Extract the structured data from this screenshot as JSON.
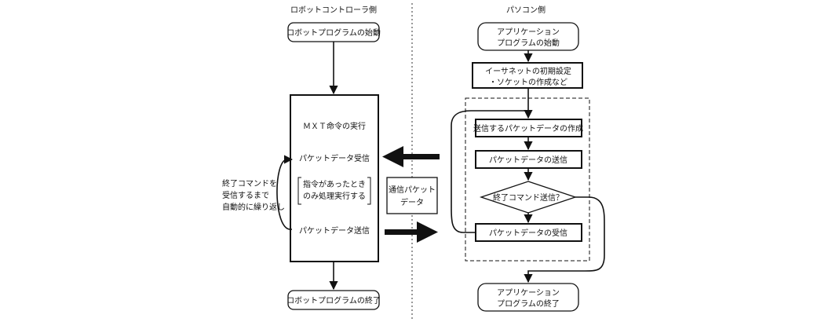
{
  "robot": {
    "heading": "ロボットコントローラ側",
    "start": "ロボットプログラムの始動",
    "mxt": "ＭＸＴ命令の実行",
    "receive": "パケットデータ受信",
    "process_line1": "指令があったとき",
    "process_line2": "のみ処理実行する",
    "send": "パケットデータ送信",
    "end": "ロボットプログラムの終了"
  },
  "loop_note": {
    "line1": "終了コマンドを",
    "line2": "受信するまで",
    "line3": "自動的に繰り返し"
  },
  "center": {
    "line1": "通信パケット",
    "line2": "データ"
  },
  "pc": {
    "heading": "パソコン側",
    "start_line1": "アプリケーション",
    "start_line2": "プログラムの始動",
    "init_line1": "イーサネットの初期設定",
    "init_line2": "・ソケットの作成など",
    "create": "送信するパケットデータの作成",
    "send": "パケットデータの送信",
    "decision": "終了コマンド送信？",
    "receive": "パケットデータの受信",
    "end_line1": "アプリケーション",
    "end_line2": "プログラムの終了"
  }
}
